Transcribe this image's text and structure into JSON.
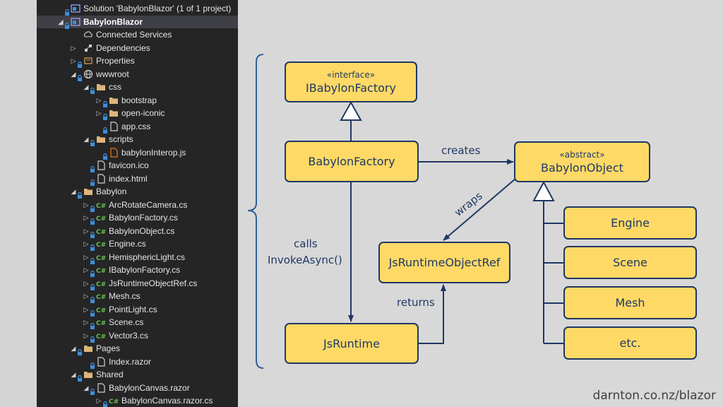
{
  "solution_explorer": {
    "rows": [
      {
        "label": "Solution 'BabylonBlazor' (1 of 1 project)",
        "icon": "solution-icon",
        "level": 0,
        "expander": "",
        "lock": true
      },
      {
        "label": "BabylonBlazor",
        "icon": "web-project-icon",
        "level": 0,
        "expander": "expanded",
        "lock": true,
        "selected": true
      },
      {
        "label": "Connected Services",
        "icon": "connected-services-icon",
        "level": 1,
        "expander": "",
        "lock": false
      },
      {
        "label": "Dependencies",
        "icon": "dependencies-icon",
        "level": 1,
        "expander": "collapsed",
        "lock": false
      },
      {
        "label": "Properties",
        "icon": "properties-icon",
        "level": 1,
        "expander": "collapsed",
        "lock": true
      },
      {
        "label": "wwwroot",
        "icon": "globe-icon",
        "level": 1,
        "expander": "expanded",
        "lock": true
      },
      {
        "label": "css",
        "icon": "folder-open-icon",
        "level": 2,
        "expander": "expanded",
        "lock": true
      },
      {
        "label": "bootstrap",
        "icon": "folder-icon",
        "level": 3,
        "expander": "collapsed",
        "lock": true
      },
      {
        "label": "open-iconic",
        "icon": "folder-icon",
        "level": 3,
        "expander": "collapsed",
        "lock": true
      },
      {
        "label": "app.css",
        "icon": "css-file-icon",
        "level": 3,
        "expander": "",
        "lock": true
      },
      {
        "label": "scripts",
        "icon": "folder-open-icon",
        "level": 2,
        "expander": "expanded",
        "lock": true
      },
      {
        "label": "babylonInterop.js",
        "icon": "js-file-icon",
        "level": 3,
        "expander": "",
        "lock": true
      },
      {
        "label": "favicon.ico",
        "icon": "file-icon",
        "level": 2,
        "expander": "",
        "lock": true
      },
      {
        "label": "index.html",
        "icon": "html-file-icon",
        "level": 2,
        "expander": "",
        "lock": true
      },
      {
        "label": "Babylon",
        "icon": "folder-open-icon",
        "level": 1,
        "expander": "expanded",
        "lock": true
      },
      {
        "label": "ArcRotateCamera.cs",
        "icon": "csharp-file-icon",
        "level": 2,
        "expander": "collapsed",
        "lock": true
      },
      {
        "label": "BabylonFactory.cs",
        "icon": "csharp-file-icon",
        "level": 2,
        "expander": "collapsed",
        "lock": true
      },
      {
        "label": "BabylonObject.cs",
        "icon": "csharp-file-icon",
        "level": 2,
        "expander": "collapsed",
        "lock": true
      },
      {
        "label": "Engine.cs",
        "icon": "csharp-file-icon",
        "level": 2,
        "expander": "collapsed",
        "lock": true
      },
      {
        "label": "HemisphericLight.cs",
        "icon": "csharp-file-icon",
        "level": 2,
        "expander": "collapsed",
        "lock": true
      },
      {
        "label": "IBabylonFactory.cs",
        "icon": "csharp-file-icon",
        "level": 2,
        "expander": "collapsed",
        "lock": true
      },
      {
        "label": "JsRuntimeObjectRef.cs",
        "icon": "csharp-file-icon",
        "level": 2,
        "expander": "collapsed",
        "lock": true
      },
      {
        "label": "Mesh.cs",
        "icon": "csharp-file-icon",
        "level": 2,
        "expander": "collapsed",
        "lock": true
      },
      {
        "label": "PointLight.cs",
        "icon": "csharp-file-icon",
        "level": 2,
        "expander": "collapsed",
        "lock": true
      },
      {
        "label": "Scene.cs",
        "icon": "csharp-file-icon",
        "level": 2,
        "expander": "collapsed",
        "lock": true
      },
      {
        "label": "Vector3.cs",
        "icon": "csharp-file-icon",
        "level": 2,
        "expander": "collapsed",
        "lock": true
      },
      {
        "label": "Pages",
        "icon": "folder-open-icon",
        "level": 1,
        "expander": "expanded",
        "lock": true
      },
      {
        "label": "Index.razor",
        "icon": "razor-file-icon",
        "level": 2,
        "expander": "",
        "lock": true
      },
      {
        "label": "Shared",
        "icon": "folder-open-icon",
        "level": 1,
        "expander": "expanded",
        "lock": true
      },
      {
        "label": "BabylonCanvas.razor",
        "icon": "razor-file-icon",
        "level": 2,
        "expander": "expanded",
        "lock": true
      },
      {
        "label": "BabylonCanvas.razor.cs",
        "icon": "csharp-file-icon",
        "level": 3,
        "expander": "collapsed",
        "lock": true
      }
    ]
  },
  "diagram": {
    "nodes": {
      "ibabylonfactory": {
        "stereotype": "«interface»",
        "name": "IBabylonFactory"
      },
      "babylonfactory": {
        "name": "BabylonFactory"
      },
      "babylonobject": {
        "stereotype": "«abstract»",
        "name": "BabylonObject"
      },
      "jsruntimeobjectref": {
        "name": "JsRuntimeObjectRef"
      },
      "jsruntime": {
        "name": "JsRuntime"
      },
      "engine": {
        "name": "Engine"
      },
      "scene": {
        "name": "Scene"
      },
      "mesh": {
        "name": "Mesh"
      },
      "etc": {
        "name": "etc."
      }
    },
    "edges": {
      "creates": "creates",
      "wraps": "wraps",
      "calls_line1": "calls",
      "calls_line2": "InvokeAsync()",
      "returns": "returns"
    },
    "colors": {
      "node_fill": "#ffd966",
      "node_border": "#1f3864",
      "line": "#1f3864",
      "brace": "#2e5f9a"
    }
  },
  "footer": {
    "credit": "darnton.co.nz/blazor"
  }
}
